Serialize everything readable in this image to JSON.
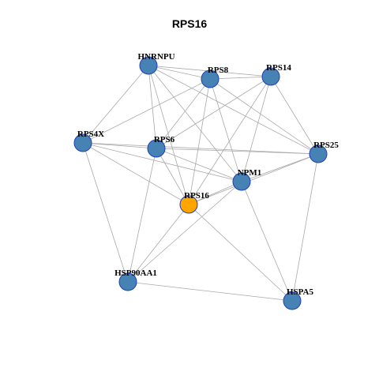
{
  "title": "RPS16",
  "colors": {
    "node": "#4682B4",
    "focus": "#FFA500",
    "edge": "#A9A9A9",
    "node_border": "#1F3FBF"
  },
  "nodes": [
    {
      "id": "HNRNPU",
      "label": "HNRNPU",
      "focus": false
    },
    {
      "id": "RPS8",
      "label": "RPS8",
      "focus": false
    },
    {
      "id": "RPS14",
      "label": "RPS14",
      "focus": false
    },
    {
      "id": "RPS4X",
      "label": "RPS4X",
      "focus": false
    },
    {
      "id": "RPS6",
      "label": "RPS6",
      "focus": false
    },
    {
      "id": "RPS25",
      "label": "RPS25",
      "focus": false
    },
    {
      "id": "NPM1",
      "label": "NPM1",
      "focus": false
    },
    {
      "id": "RPS16",
      "label": "RPS16",
      "focus": true
    },
    {
      "id": "HSP90AA1",
      "label": "HSP90AA1",
      "focus": false
    },
    {
      "id": "HSPA5",
      "label": "HSPA5",
      "focus": false
    }
  ],
  "edges": [
    [
      "HNRNPU",
      "RPS8"
    ],
    [
      "HNRNPU",
      "RPS14"
    ],
    [
      "HNRNPU",
      "RPS4X"
    ],
    [
      "HNRNPU",
      "RPS6"
    ],
    [
      "HNRNPU",
      "RPS25"
    ],
    [
      "HNRNPU",
      "NPM1"
    ],
    [
      "HNRNPU",
      "RPS16"
    ],
    [
      "RPS8",
      "RPS14"
    ],
    [
      "RPS8",
      "RPS6"
    ],
    [
      "RPS8",
      "RPS25"
    ],
    [
      "RPS8",
      "NPM1"
    ],
    [
      "RPS8",
      "RPS16"
    ],
    [
      "RPS8",
      "RPS4X"
    ],
    [
      "RPS14",
      "RPS6"
    ],
    [
      "RPS14",
      "RPS25"
    ],
    [
      "RPS14",
      "NPM1"
    ],
    [
      "RPS14",
      "RPS16"
    ],
    [
      "RPS4X",
      "RPS6"
    ],
    [
      "RPS4X",
      "NPM1"
    ],
    [
      "RPS4X",
      "RPS16"
    ],
    [
      "RPS4X",
      "HSP90AA1"
    ],
    [
      "RPS4X",
      "RPS25"
    ],
    [
      "RPS6",
      "NPM1"
    ],
    [
      "RPS6",
      "RPS16"
    ],
    [
      "RPS6",
      "RPS25"
    ],
    [
      "RPS6",
      "HSP90AA1"
    ],
    [
      "RPS25",
      "NPM1"
    ],
    [
      "RPS25",
      "RPS16"
    ],
    [
      "RPS25",
      "HSPA5"
    ],
    [
      "NPM1",
      "RPS16"
    ],
    [
      "NPM1",
      "HSPA5"
    ],
    [
      "NPM1",
      "HSP90AA1"
    ],
    [
      "RPS16",
      "HSP90AA1"
    ],
    [
      "RPS16",
      "HSPA5"
    ],
    [
      "HSP90AA1",
      "HSPA5"
    ]
  ]
}
